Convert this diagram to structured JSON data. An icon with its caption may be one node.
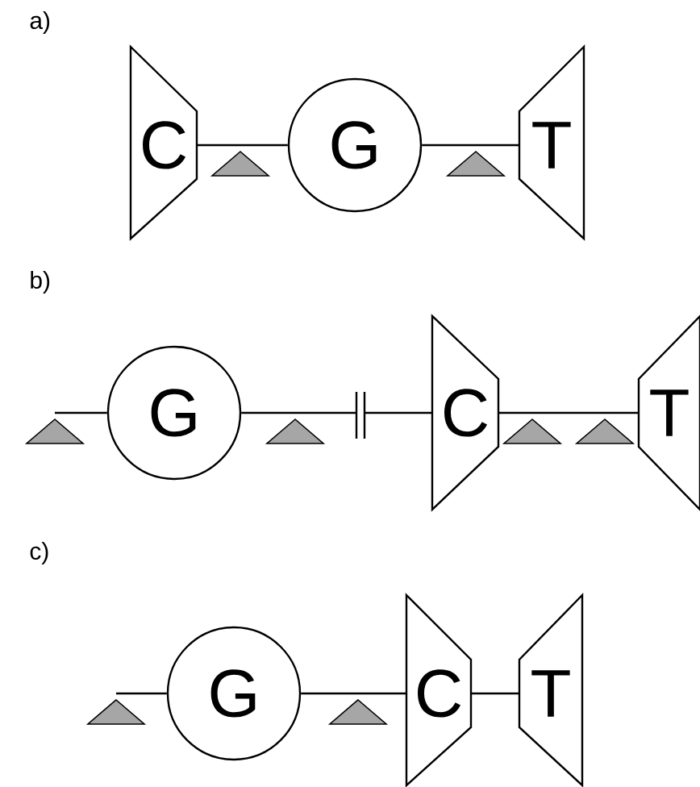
{
  "diagram": {
    "nodes": [
      {
        "text": [
          "C"
        ]
      },
      {
        "text": [
          "G"
        ]
      },
      {
        "text": [
          "T"
        ]
      },
      {
        "text": [
          "G"
        ]
      },
      {
        "text": [
          "C"
        ]
      },
      {
        "text": [
          "T"
        ]
      },
      {
        "text": [
          "G"
        ]
      },
      {
        "text": [
          "C"
        ]
      },
      {
        "text": [
          "T"
        ]
      }
    ],
    "edges": [
      {
        "from": 0,
        "to": 1,
        "arrow": "none"
      },
      {
        "from": 1,
        "to": 2,
        "arrow": "none"
      },
      {
        "from": null,
        "to": 3,
        "arrow": "none"
      },
      {
        "from": 3,
        "to": 4,
        "arrow": "none"
      },
      {
        "from": 4,
        "to": 5,
        "arrow": "none"
      },
      {
        "from": null,
        "to": 6,
        "arrow": "none"
      },
      {
        "from": 6,
        "to": 7,
        "arrow": "none"
      },
      {
        "from": 7,
        "to": 8,
        "arrow": "none"
      }
    ],
    "labels": [
      "a)",
      "b)",
      "c)"
    ]
  }
}
